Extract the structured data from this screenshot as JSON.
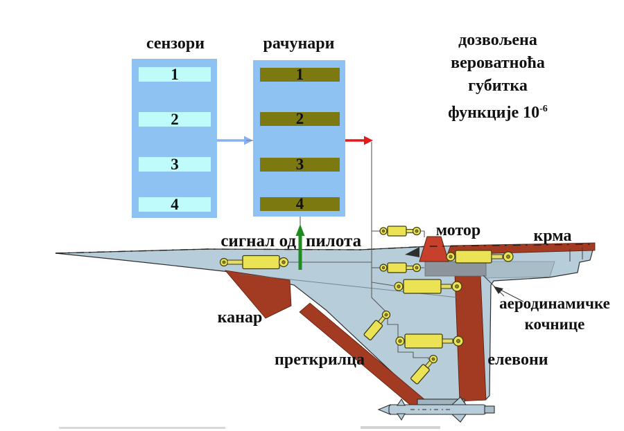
{
  "title_block": {
    "line1": "дозвољена вероватноћа",
    "line2_base": "губитка функције 10",
    "line2_exp": "-6"
  },
  "sensors": {
    "title": "сензори",
    "items": [
      "1",
      "2",
      "3",
      "4"
    ]
  },
  "computers": {
    "title": "рачунари",
    "items": [
      "1",
      "2",
      "3",
      "4"
    ]
  },
  "pilot_signal": {
    "left": "сигнал од",
    "right": "пилота"
  },
  "aircraft_labels": {
    "motor": "мотор",
    "rudder": "крма",
    "canard": "канар",
    "slats": "преткрилца",
    "elevons": "елевони",
    "airbrakes_line1": "аеродинамичке",
    "airbrakes_line2": "кочнице"
  },
  "colors": {
    "box_blue": "#8ec2f3",
    "sensor_bar_cyan": "#c0fbfc",
    "computer_bar_olive": "#7d7911",
    "arrow_blue": "#8ab0f2",
    "arrow_red": "#e01b1b",
    "arrow_green": "#1f8b1f",
    "airframe_gray_blue": "#b7cdd9",
    "control_surface_red": "#a23b21",
    "engine_red": "#c6402b",
    "actuator_yellow": "#ece354",
    "airbrake_gray": "#8d949b"
  }
}
